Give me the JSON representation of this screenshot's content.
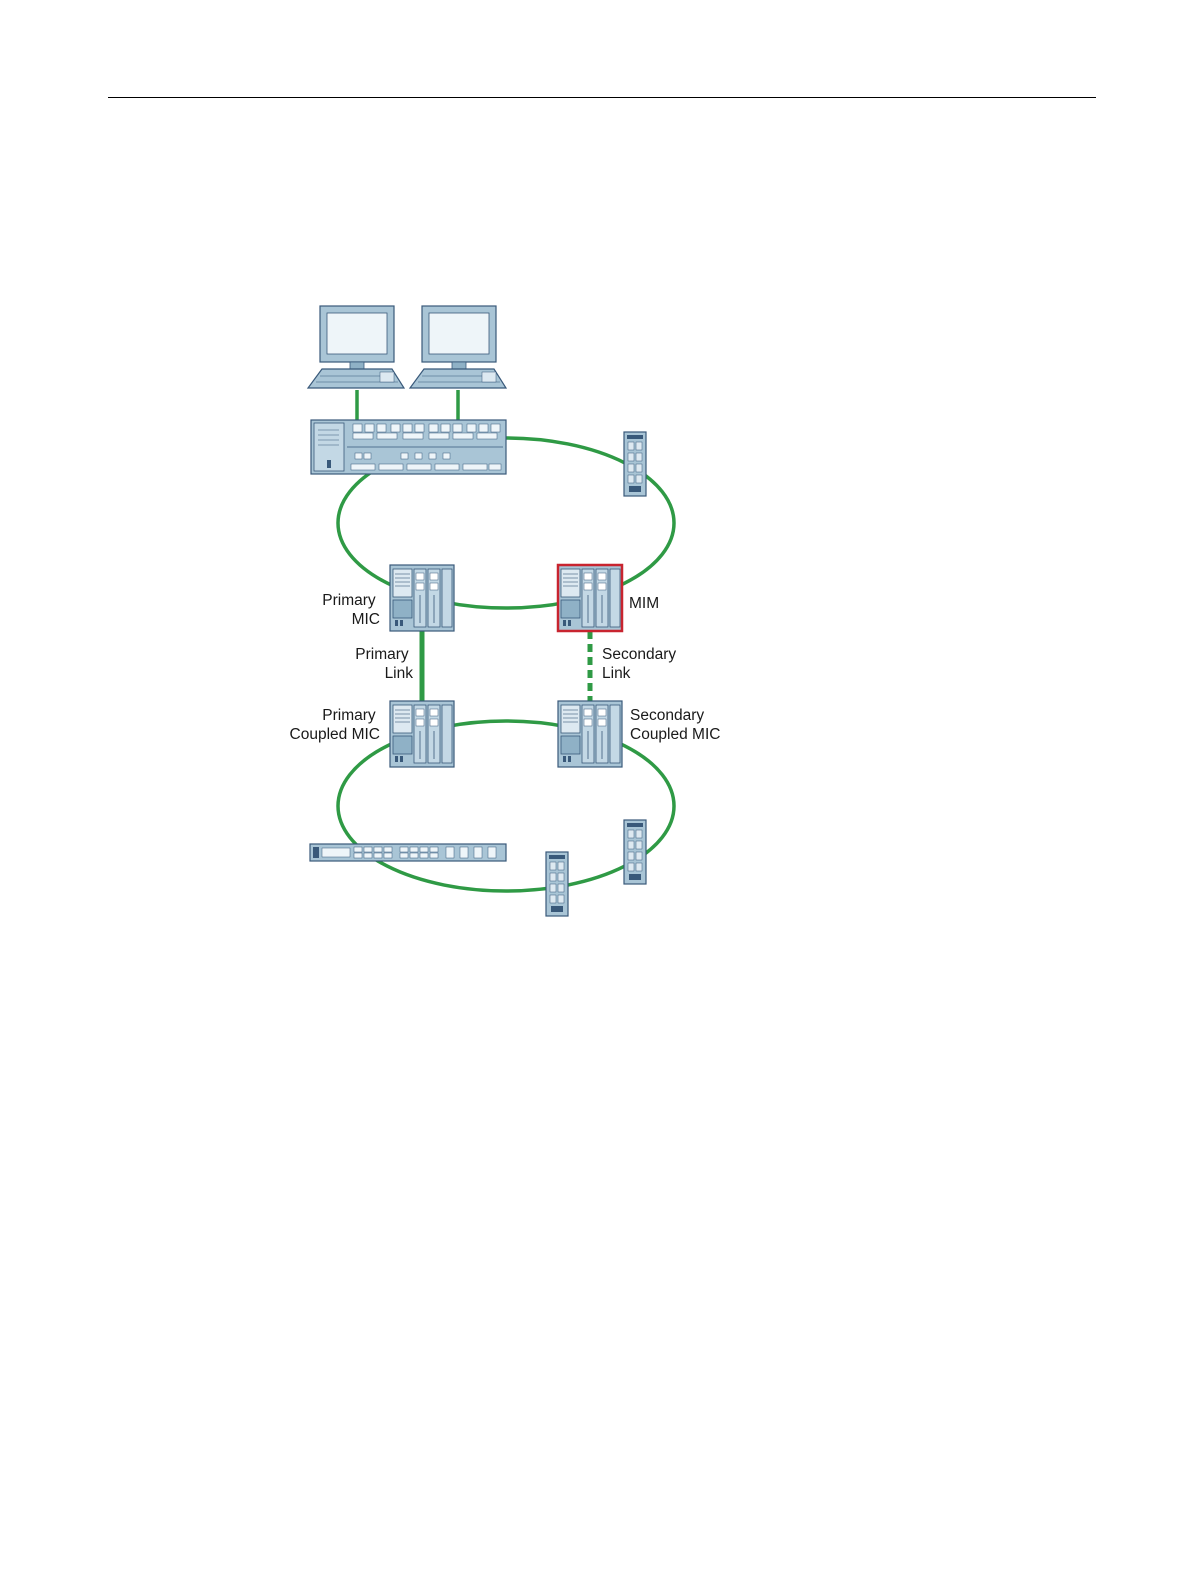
{
  "colors": {
    "ring": "#2f9a45",
    "device_fill": "#a9c5d6",
    "device_dark": "#39597a",
    "device_light": "#dde9f1",
    "mim_highlight": "#c8242f"
  },
  "labels": {
    "primary_mic": [
      "Primary",
      "MIC"
    ],
    "mim": "MIM",
    "primary_link": [
      "Primary",
      "Link"
    ],
    "secondary_link": [
      "Secondary",
      "Link"
    ],
    "primary_coupled_mic": [
      "Primary",
      "Coupled MIC"
    ],
    "secondary_coupled_mic": [
      "Secondary",
      "Coupled MIC"
    ]
  }
}
